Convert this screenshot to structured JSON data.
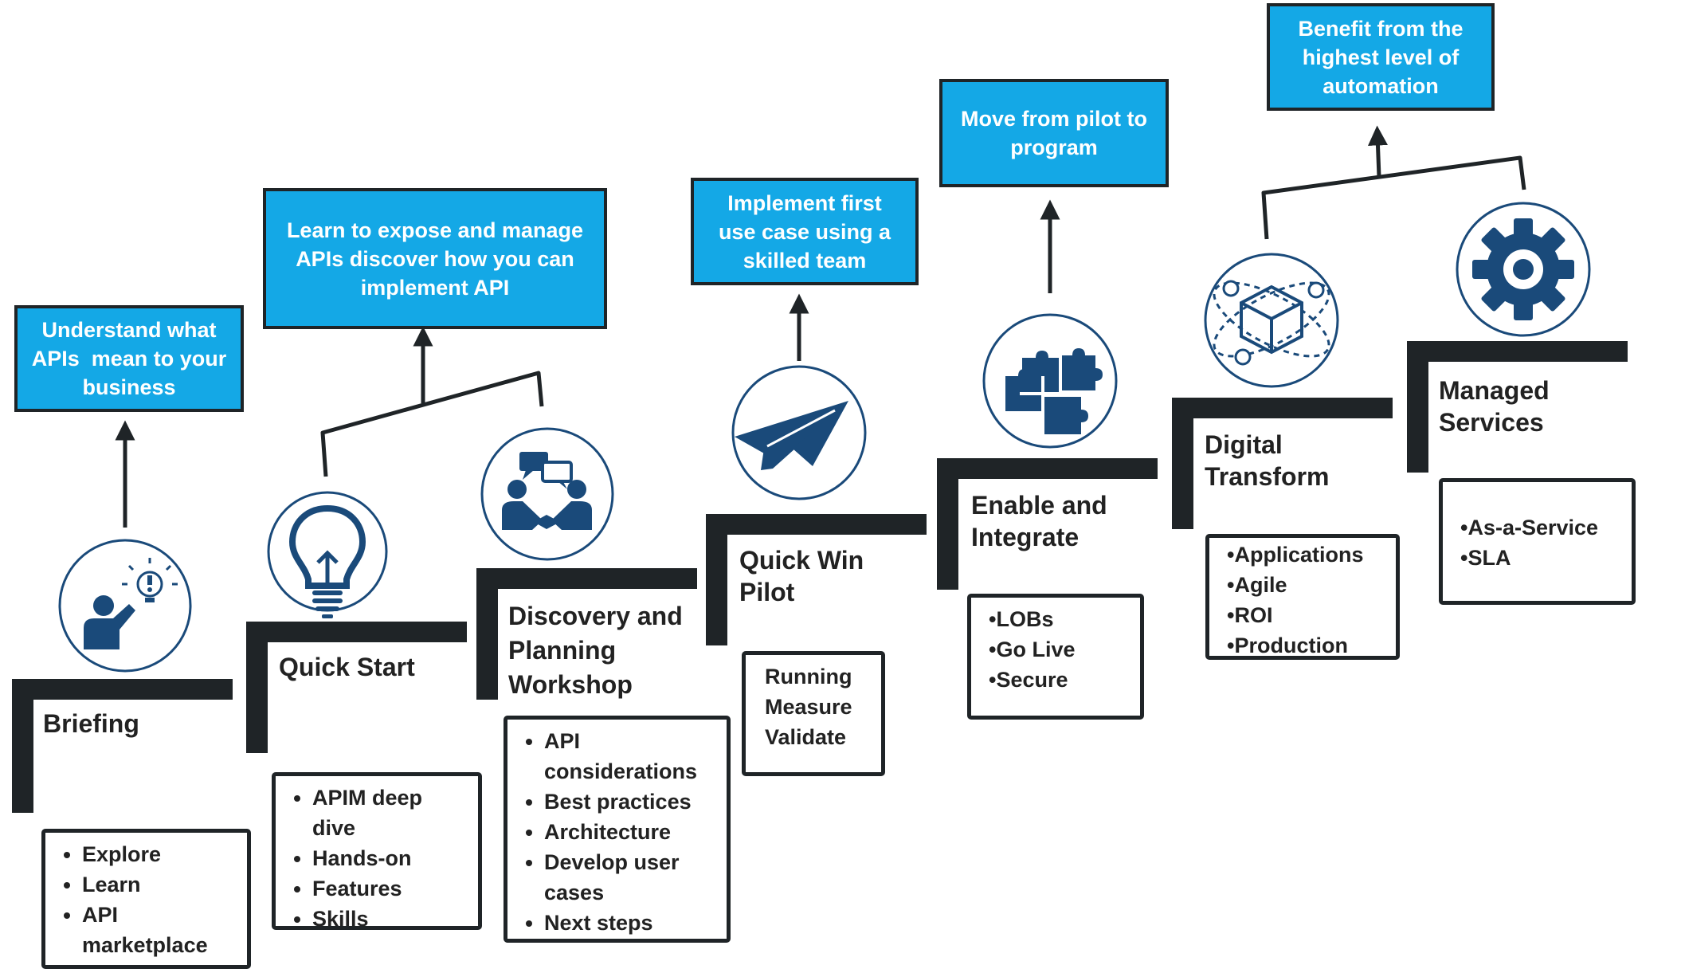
{
  "stages": [
    {
      "id": "briefing",
      "title_lines": [
        "Briefing"
      ],
      "goal_lines": [
        "Understand what",
        "APIs  mean to your",
        "business"
      ],
      "items": [
        "Explore",
        "Learn",
        "API marketplace"
      ]
    },
    {
      "id": "quick-start",
      "title_lines": [
        "Quick Start"
      ],
      "goal_lines": [
        "Learn to expose and manage",
        "APIs discover how you can",
        "implement API"
      ],
      "items": [
        "APIM deep dive",
        "Hands-on",
        "Features",
        "Skills"
      ]
    },
    {
      "id": "discovery",
      "title_lines": [
        "Discovery and",
        "Planning",
        "Workshop"
      ],
      "items": [
        "API considerations",
        "Best practices",
        "Architecture",
        "Develop user cases",
        "Next steps"
      ]
    },
    {
      "id": "quick-win",
      "title_lines": [
        "Quick Win",
        "Pilot"
      ],
      "goal_lines": [
        "Implement first",
        "use case using a",
        "skilled team"
      ],
      "items": [
        "Running",
        "Measure",
        "Validate"
      ]
    },
    {
      "id": "enable",
      "title_lines": [
        "Enable and",
        "Integrate"
      ],
      "goal_lines": [
        "Move from pilot to",
        "program"
      ],
      "items": [
        "LOBs",
        "Go Live",
        "Secure"
      ]
    },
    {
      "id": "digital",
      "title_lines": [
        "Digital",
        "Transform"
      ],
      "goal_lines": [
        "Benefit from the",
        "highest level of",
        "automation"
      ],
      "items": [
        "Applications",
        "Agile",
        "ROI",
        "Production"
      ]
    },
    {
      "id": "managed",
      "title_lines": [
        "Managed",
        "Services"
      ],
      "items": [
        "As-a-Service",
        "SLA"
      ]
    }
  ],
  "icons": [
    "person-idea-icon",
    "lightbulb-icon",
    "chat-handshake-icon",
    "paper-plane-icon",
    "puzzle-icon",
    "cube-network-icon",
    "gear-icon"
  ],
  "colors": {
    "goal_box": "#14a8e6",
    "icon_navy": "#1a4a7a",
    "stairs": "#1f2427",
    "text": "#222222"
  }
}
